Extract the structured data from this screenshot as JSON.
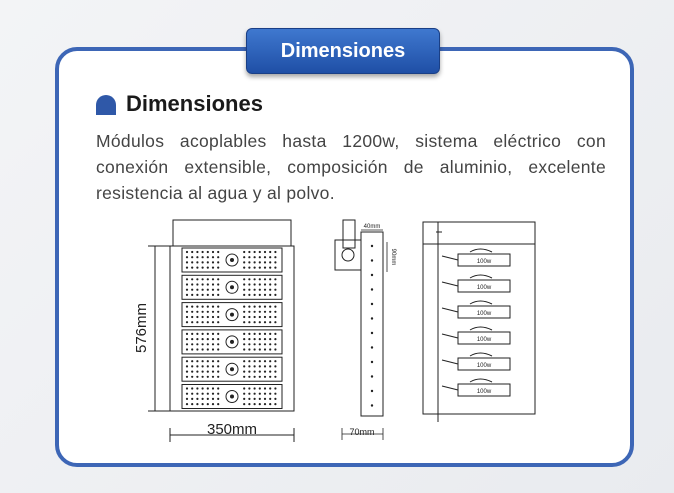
{
  "tab_label": "Dimensiones",
  "section": {
    "title": "Dimensiones",
    "description": "Módulos acoplables hasta 1200w, sistema eléctrico con conexión extensible, composición de aluminio, excelente resistencia al agua y al polvo."
  },
  "drawing": {
    "height_label": "576mm",
    "width_label": "350mm",
    "side_top_label": "40mm",
    "side_height_label": "90mm",
    "side_width_label": "70mm",
    "module_label": "100w"
  },
  "colors": {
    "accent": "#3d66b6",
    "tab": "#2b5fb8"
  }
}
